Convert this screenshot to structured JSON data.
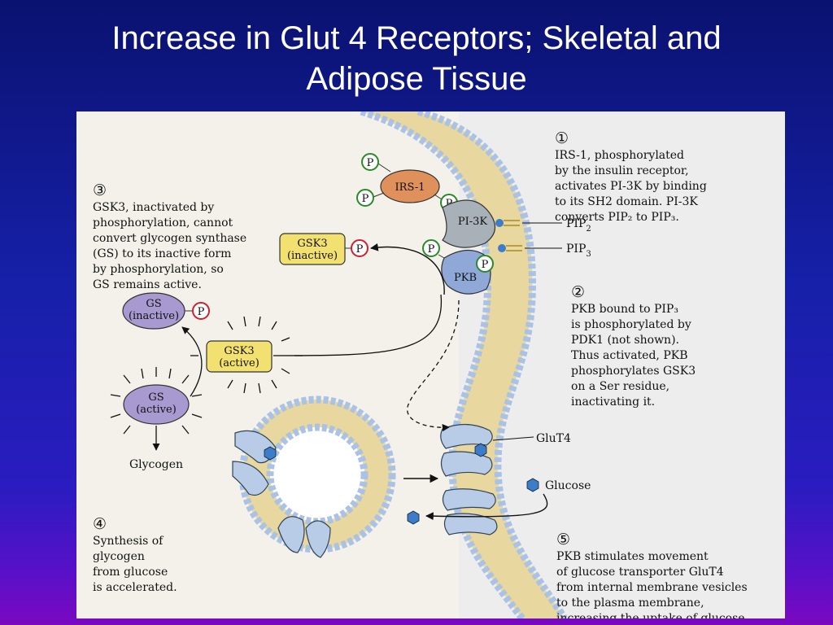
{
  "slide": {
    "title_line1": "Increase in Glut 4 Receptors; Skeletal and",
    "title_line2": "Adipose Tissue"
  },
  "notes": {
    "n1": {
      "num": "①",
      "text": "IRS-1, phosphorylated\nby the insulin receptor,\nactivates PI-3K by binding\nto its SH2 domain.  PI-3K\nconverts PIP₂ to PIP₃."
    },
    "n2": {
      "num": "②",
      "text": "PKB bound to PIP₃\nis phosphorylated by\nPDK1 (not shown).\nThus activated, PKB\nphosphorylates GSK3\non a Ser residue,\ninactivating it."
    },
    "n3": {
      "num": "③",
      "text": "GSK3, inactivated by\nphosphorylation, cannot\nconvert glycogen synthase\n(GS) to its inactive form\nby phosphorylation, so\nGS remains active."
    },
    "n4": {
      "num": "④",
      "text": "Synthesis of\nglycogen\nfrom glucose\nis accelerated."
    },
    "n5": {
      "num": "⑤",
      "text": "PKB stimulates movement\nof glucose transporter GluT4\nfrom internal membrane vesicles\nto the plasma membrane,\nincreasing the uptake of glucose."
    }
  },
  "labels": {
    "p": "P",
    "irs1": "IRS-1",
    "pi3k": "PI-3K",
    "pip2_base": "PIP",
    "pip2_sub": "2",
    "pip3_base": "PIP",
    "pip3_sub": "3",
    "pkb": "PKB",
    "gsk3": "GSK3",
    "inactive": "(inactive)",
    "active": "(active)",
    "gs": "GS",
    "glycogen": "Glycogen",
    "glut4": "GluT4",
    "glucose": "Glucose"
  },
  "colors": {
    "irs1": "#e0905a",
    "pi3k": "#a8b0b8",
    "pkb": "#8fa8d8",
    "gsk3": "#f2e070",
    "gs": "#a89ad0",
    "glut4": "#b8cce8",
    "lipid_head": "#a9c2e6",
    "lipid_tail": "#e8d8a0",
    "glucose": "#3c7cc8"
  }
}
